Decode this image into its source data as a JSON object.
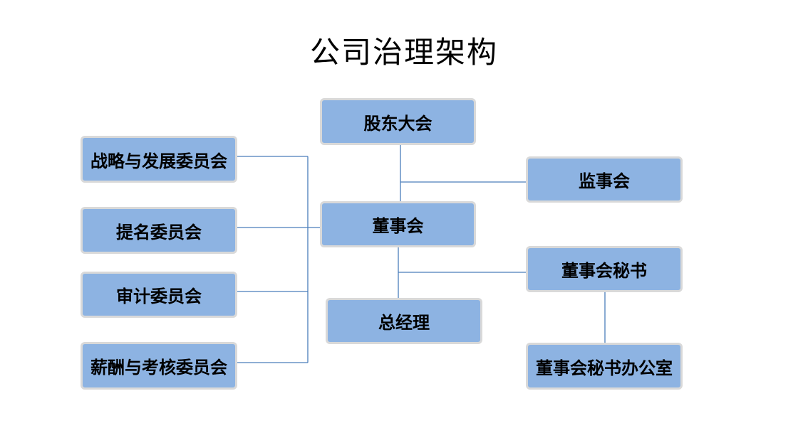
{
  "title": "公司治理架构",
  "nodes": {
    "shareholders": "股东大会",
    "supervisory": "监事会",
    "board": "董事会",
    "secretary": "董事会秘书",
    "gm": "总经理",
    "secretary_office": "董事会秘书办公室",
    "strategy": "战略与发展委员会",
    "nomination": "提名委员会",
    "audit": "审计委员会",
    "remuneration": "薪酬与考核委员会"
  },
  "colors": {
    "box_fill": "#8db3e2",
    "box_border": "#d9d9d9",
    "connector": "#4a7ebb"
  }
}
